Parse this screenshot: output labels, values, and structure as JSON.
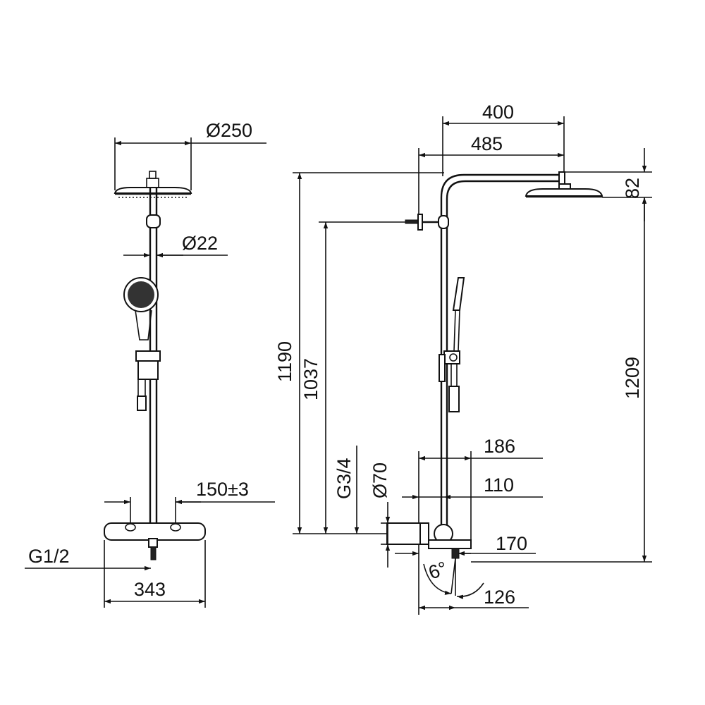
{
  "colors": {
    "line": "#111111",
    "background": "#ffffff"
  },
  "front_view": {
    "head_diameter": "Ø250",
    "pipe_diameter": "Ø22",
    "connection_spacing": "150±3",
    "inlet_thread": "G1/2",
    "thermostat_width": "343"
  },
  "side_view": {
    "arm_projection_head": "400",
    "arm_projection_total": "485",
    "head_height": "82",
    "total_height": "1190",
    "bracket_height": "1037",
    "outlet_thread": "G3/4",
    "rosette_diameter": "Ø70",
    "overall_height": "1209",
    "thermostat_depth": "186",
    "wall_to_pipe": "110",
    "spout_projection": "170",
    "spout_angle": "6°",
    "spout_offset": "126"
  }
}
